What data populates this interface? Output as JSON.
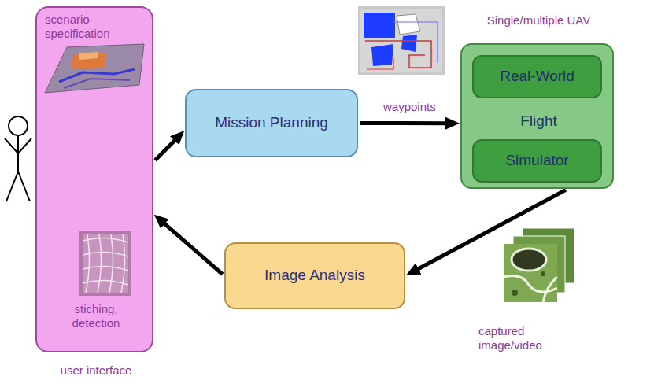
{
  "diagram": {
    "nodes": [
      {
        "text": [
          "scenario specification",
          "stiching, detection",
          "user interface"
        ]
      },
      {
        "text": [
          "Mission Planning"
        ]
      },
      {
        "text": [
          "Single/multiple UAV",
          "Flight"
        ]
      },
      {
        "text": [
          "Real-World"
        ],
        "in": 2
      },
      {
        "text": [
          "Simulator"
        ],
        "in": 2
      },
      {
        "text": [
          "Image Analysis"
        ]
      }
    ],
    "edges": [
      {
        "from": 0,
        "to": 1,
        "arrow": "to"
      },
      {
        "from": 1,
        "to": 2,
        "label": "waypoints",
        "arrow": "to"
      },
      {
        "from": 2,
        "to": 5,
        "arrow": "to"
      },
      {
        "from": 5,
        "to": 0,
        "arrow": "to"
      }
    ],
    "labels": [
      "captured image/video"
    ]
  }
}
